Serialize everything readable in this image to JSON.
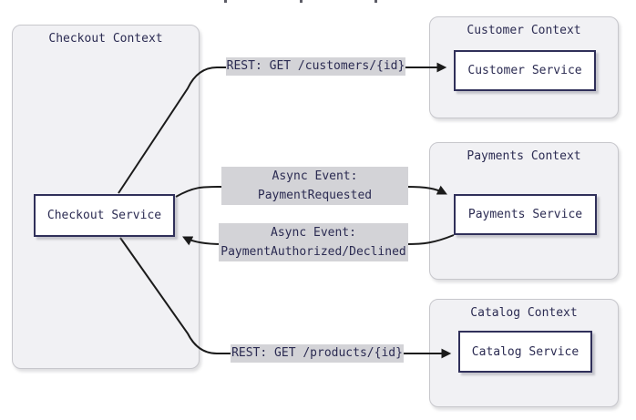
{
  "diagram": {
    "kind": "bounded-context-map",
    "clusters": {
      "checkout": {
        "title": "Checkout Context",
        "service": "Checkout Service"
      },
      "customer": {
        "title": "Customer Context",
        "service": "Customer Service"
      },
      "payments": {
        "title": "Payments Context",
        "service": "Payments Service"
      },
      "catalog": {
        "title": "Catalog Context",
        "service": "Catalog Service"
      }
    },
    "edges": {
      "rest_customers": {
        "label": "REST: GET /customers/{id}",
        "from": "Checkout Service",
        "to": "Customer Service",
        "style": "solid-arrow"
      },
      "payment_requested": {
        "label_line1": "Async Event:",
        "label_line2": "PaymentRequested",
        "from": "Checkout Service",
        "to": "Payments Service",
        "style": "solid-arrow"
      },
      "payment_authorized": {
        "label_line1": "Async Event:",
        "label_line2": "PaymentAuthorized/Declined",
        "from": "Payments Service",
        "to": "Checkout Service",
        "style": "solid-arrow"
      },
      "rest_products": {
        "label": "REST: GET /products/{id}",
        "from": "Checkout Service",
        "to": "Catalog Service",
        "style": "solid-arrow"
      }
    },
    "colors": {
      "cluster_fill": "#f1f1f4",
      "cluster_border": "#c7c7cc",
      "node_fill": "#ffffff",
      "node_border": "#30305a",
      "text": "#2b2b52",
      "edge_label_bg": "#d3d3d7",
      "edge_line": "#1b1b1b"
    }
  }
}
